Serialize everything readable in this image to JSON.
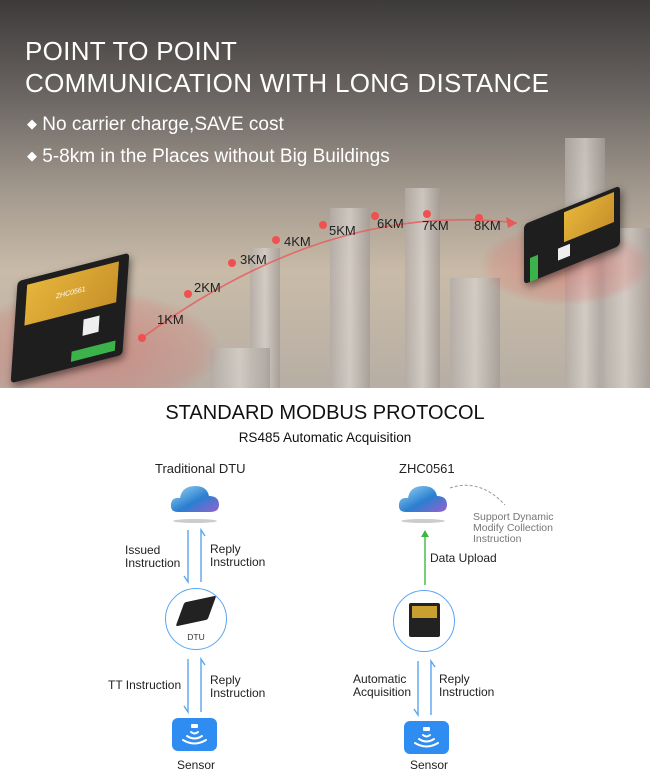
{
  "banner": {
    "title_line1": "POINT TO POINT",
    "title_line2": "COMMUNICATION WITH LONG DISTANCE",
    "bullets": [
      "No carrier charge,SAVE cost",
      "5-8km in the Places without Big Buildings"
    ],
    "bullet_glyph": "◆",
    "distances": [
      "1KM",
      "2KM",
      "3KM",
      "4KM",
      "5KM",
      "6KM",
      "7KM",
      "8KM"
    ],
    "device_label": "ZHC0561",
    "accent_color": "#e85a5a"
  },
  "protocol": {
    "title": "STANDARD MODBUS PROTOCOL",
    "subtitle": "RS485 Automatic Acquisition",
    "left": {
      "heading": "Traditional DTU",
      "arrow_down_top": "Issued\nInstruction",
      "arrow_up_top": "Reply\nInstruction",
      "device": "DTU",
      "arrow_down_bottom": "TT Instruction",
      "arrow_up_bottom": "Reply\nInstruction",
      "sensor": "Sensor"
    },
    "right": {
      "heading": "ZHC0561",
      "note": "Support Dynamic\nModify Collection\nInstruction",
      "arrow_up_top": "Data Upload",
      "arrow_down_bottom": "Automatic\nAcquisition",
      "arrow_up_bottom": "Reply\nInstruction",
      "sensor": "Sensor"
    },
    "colors": {
      "arrow": "#5aa6f0",
      "upload": "#3cb83c",
      "sensor": "#2f8cf0"
    }
  }
}
